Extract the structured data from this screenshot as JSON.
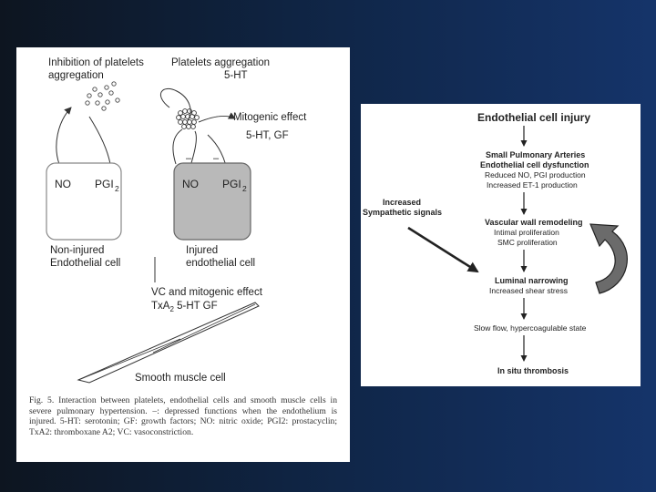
{
  "left_figure": {
    "inhibition_label_1": "Inhibition of platelets",
    "inhibition_label_2": "aggregation",
    "platelets_label_1": "Platelets aggregation",
    "platelets_label_2": "5-HT",
    "mitogenic_label_1": "Mitogenic effect",
    "mitogenic_label_2": "5-HT,   GF",
    "depressed_mark_1": "–",
    "depressed_mark_2": "–",
    "no_label_left": "NO",
    "pgi_label_left": "PGI",
    "pgi_sub_left": "2",
    "no_label_right": "NO",
    "pgi_label_right": "PGI",
    "pgi_sub_right": "2",
    "non_injured_1": "Non-injured",
    "non_injured_2": "Endothelial cell",
    "injured_1": "Injured",
    "injured_2": "endothelial cell",
    "vc_label_1": "VC and mitogenic effect",
    "vc_label_2a": "TxA",
    "vc_label_2sub": "2",
    "vc_label_2b": "  5-HT  GF",
    "smooth_muscle": "Smooth muscle cell",
    "caption": "Fig. 5.    Interaction between platelets, endothelial cells and smooth muscle cells in severe pulmonary hypertension. –: depressed functions when the endothelium is injured.  5-HT: serotonin; GF: growth factors; NO: nitric oxide; PGI2: prostacyclin; TxA2: thromboxane A2; VC: vasoconstriction.",
    "colors": {
      "injured_fill": "#b9b9b9",
      "line": "#333333"
    }
  },
  "right_figure": {
    "title": "Endothelial cell injury",
    "box1_1": "Small Pulmonary Arteries",
    "box1_2": "Endothelial cell dysfunction",
    "box1_3": "Reduced NO, PGI production",
    "box1_4": "Increased ET-1 production",
    "side_1": "Increased",
    "side_2": "Sympathetic signals",
    "box2_1": "Vascular wall remodeling",
    "box2_2": "Intimal proliferation",
    "box2_3": "SMC proliferation",
    "box3_1": "Luminal narrowing",
    "box3_2": "Increased shear stress",
    "box4": "Slow flow, hypercoagulable state",
    "box5": "In situ thrombosis"
  }
}
